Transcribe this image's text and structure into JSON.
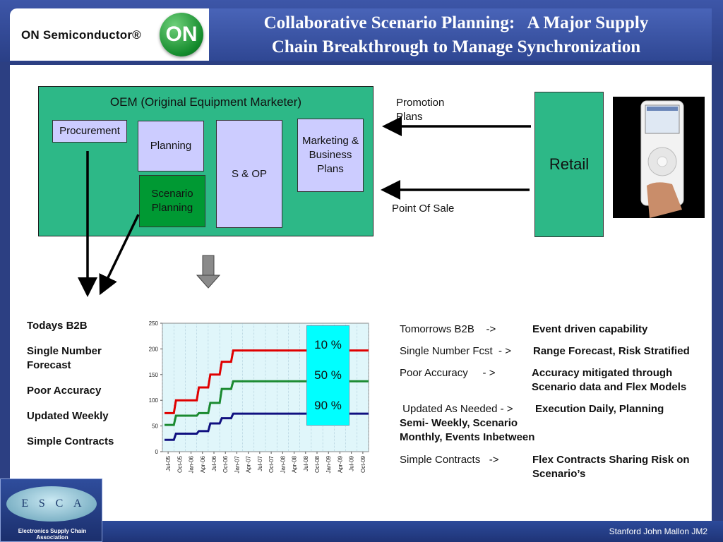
{
  "slide": {
    "title_line1": "Collaborative Scenario Planning:   A Major Supply",
    "title_line2": "Chain Breakthrough to Manage Synchronization",
    "logo_text": "ON Semiconductor®",
    "logo_mark": "ON",
    "footer": "Stanford John Mallon JM2",
    "esca": {
      "letters": [
        "E",
        "S",
        "C",
        "A"
      ],
      "name": "Electronics Supply Chain Association"
    }
  },
  "diagram": {
    "oem_title": "OEM (Original Equipment Marketer)",
    "procurement": "Procurement",
    "planning": "Planning",
    "scenario_planning": "Scenario Planning",
    "sop": "S & OP",
    "marketing": "Marketing & Business Plans",
    "retail": "Retail",
    "promotion_plans": "Promotion Plans",
    "point_of_sale": "Point Of Sale",
    "colors": {
      "oem": "#2db887",
      "scenario": "#009933",
      "boxes": "#ccccff"
    },
    "icon": "ipod-image"
  },
  "today": {
    "items": [
      "Todays B2B",
      "Single Number Forecast",
      "Poor Accuracy",
      "Updated Weekly",
      "Simple Contracts"
    ]
  },
  "tomorrow": {
    "rows": [
      {
        "label": "Tomorrows B2B    ->",
        "value": "Event driven capability"
      },
      {
        "label": "Single Number Fcst  - >",
        "value": "Range Forecast, Risk Stratified"
      },
      {
        "label": "Poor Accuracy     - >",
        "value": "Accuracy mitigated through",
        "value2": "Scenario data and Flex Models"
      },
      {
        "label": " Updated As Needed - >",
        "value": "Execution Daily,  Planning",
        "cont1": "Semi- Weekly, Scenario",
        "cont2": "Monthly, Events Inbetween"
      },
      {
        "label": "Simple Contracts   ->",
        "value": "Flex Contracts Sharing Risk on",
        "value2": "Scenario’s"
      }
    ]
  },
  "chart_data": {
    "type": "line",
    "categories": [
      "Jul-05",
      "Oct-05",
      "Jan-06",
      "Apr-06",
      "Jul-06",
      "Oct-06",
      "Jan-07",
      "Apr-07",
      "Jul-07",
      "Oct-07",
      "Jan-08",
      "Apr-08",
      "Jul-08",
      "Oct-08",
      "Jan-09",
      "Apr-09",
      "Jul-09",
      "Oct-09"
    ],
    "series": [
      {
        "name": "10 %",
        "color": "#e00000",
        "values": [
          75,
          100,
          100,
          125,
          150,
          175,
          197,
          197,
          197,
          197,
          197,
          197,
          197,
          197,
          197,
          197,
          197,
          197
        ]
      },
      {
        "name": "50 %",
        "color": "#1a8a30",
        "values": [
          52,
          70,
          70,
          75,
          95,
          122,
          137,
          137,
          137,
          137,
          137,
          137,
          137,
          137,
          137,
          137,
          137,
          137
        ]
      },
      {
        "name": "90 %",
        "color": "#101080",
        "values": [
          23,
          35,
          35,
          40,
          55,
          65,
          74,
          74,
          74,
          74,
          74,
          74,
          74,
          74,
          74,
          74,
          74,
          74
        ]
      }
    ],
    "yticks": [
      0,
      50,
      100,
      150,
      200,
      250
    ],
    "ylim": [
      0,
      250
    ],
    "grid": true,
    "legend": "right",
    "plot_background": "#e0f6fa"
  }
}
